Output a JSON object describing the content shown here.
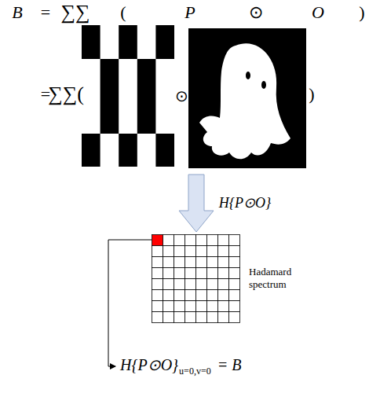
{
  "diagram": {
    "nodes": [
      {
        "text": [
          "Hadamard spectrum"
        ]
      }
    ],
    "labels": [
      "B",
      "=",
      "∑∑",
      "(",
      "P",
      "⊙",
      "O",
      ")",
      "=",
      "∑∑(",
      "⊙",
      ")",
      "H{P⊙O}",
      "H{P⊙O}",
      "u=0,v=0",
      "= B"
    ]
  }
}
